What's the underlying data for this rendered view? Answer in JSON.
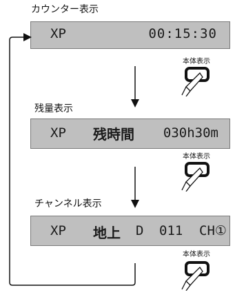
{
  "titles": {
    "counter": "カウンター表示",
    "remaining": "残量表示",
    "channel": "チャンネル表示"
  },
  "counter_display": {
    "mode": "XP",
    "time": "00:15:30"
  },
  "remaining_display": {
    "mode": "XP",
    "label": "残時間",
    "value": "030h30m"
  },
  "channel_display": {
    "mode": "XP",
    "band": "地上",
    "band_suffix": "D",
    "number": "011",
    "ch_label": "CH①"
  },
  "button_label": "本体表示",
  "icons": {
    "button": "finger-press-icon",
    "arrow": "arrow-down-icon"
  }
}
